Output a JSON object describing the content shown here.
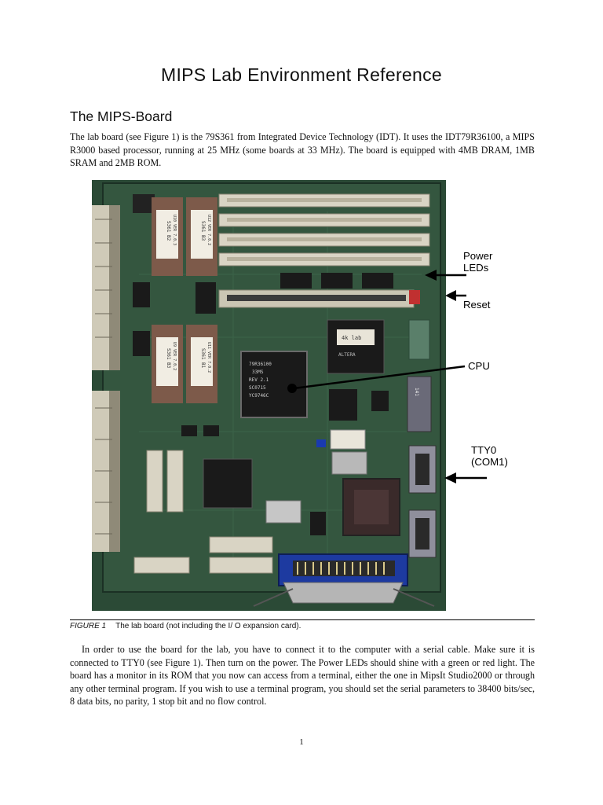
{
  "document": {
    "title": "MIPS Lab Environment Reference",
    "section_title": "The MIPS-Board",
    "paragraph_1": "The lab board (see Figure 1) is the 79S361 from Integrated Device Technology (IDT). It uses the IDT79R36100, a MIPS R3000 based processor, running at 25 MHz (some boards at 33 MHz). The board is equipped with 4MB DRAM, 1MB SRAM and 2MB ROM.",
    "paragraph_2": "In order to use the board for the lab, you have to connect it to the computer with a serial cable. Make sure it is connected to TTY0 (see Figure 1). Then turn on the power. The Power LEDs should shine with a green or red light. The board has a monitor in its ROM that you now can access from a terminal, either the one in MipsIt Studio2000 or through any other terminal program. If you wish to use a terminal program, you should set the serial parameters to 38400 bits/sec, 8 data bits, no parity, 1 stop bit and no flow control.",
    "page_number": "1"
  },
  "figure": {
    "callouts": {
      "power_leds_line1": "Power",
      "power_leds_line2": "LEDs",
      "reset": "Reset",
      "cpu": "CPU",
      "tty0_line1": "TTY0",
      "tty0_line2": "(COM1)"
    },
    "caption_label": "FIGURE 1",
    "caption_text": "The lab board (not including the I/ O expansion card).",
    "chip_labels": {
      "rom_1": "S361 B2",
      "rom_1b": "U10 VER 7.0.3",
      "rom_2": "S361 B3",
      "rom_2b": "U12 VER 7.0.2",
      "rom_3": "S361 B3",
      "rom_3b": "U9 VER 7.0.2",
      "rom_4": "S361 B1",
      "rom_4b": "U11 VER 7.0.2",
      "cpu_1": "79R36100",
      "cpu_2": "33MS",
      "cpu_3": "REV 2.1",
      "cpu_4": "SC0715",
      "cpu_5": "YC9746C",
      "sticker": "4k lab",
      "fpga": "ALTERA",
      "chip_side": "141"
    }
  },
  "colors": {
    "pcb": "#2f4f3a",
    "pcb_dark": "#1d3427",
    "rom_chip": "#7d5a4a",
    "ic_black": "#1a1a1a",
    "slot": "#d9d4c4",
    "gold": "#b9984a",
    "arrow": "#000000"
  }
}
